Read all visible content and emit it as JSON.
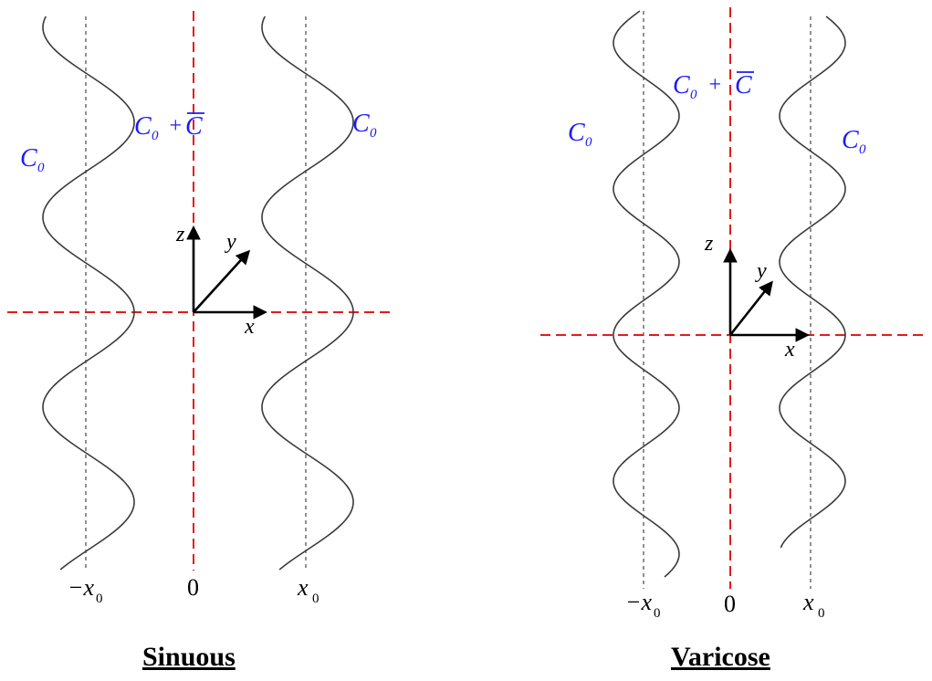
{
  "colors": {
    "region": "#1a1aff",
    "symmetry_line": "#e41a1c",
    "interface": "#3a3a3a",
    "axes": "#000000"
  },
  "panels": [
    {
      "id": "sinuous",
      "caption": "Sinuous",
      "inner_label_main": "C",
      "inner_label_sub": "0",
      "inner_label_plus": "+",
      "inner_label_bar": "C",
      "outer_left_main": "C",
      "outer_left_sub": "0",
      "outer_right_main": "C",
      "outer_right_sub": "0",
      "axis_x": "x",
      "axis_y": "y",
      "axis_z": "z",
      "tick_left": "−x",
      "tick_left_sub": "0",
      "tick_center": "0",
      "tick_right": "x",
      "tick_right_sub": "0",
      "mode": "in-phase"
    },
    {
      "id": "varicose",
      "caption": "Varicose",
      "inner_label_main": "C",
      "inner_label_sub": "0",
      "inner_label_plus": "+",
      "inner_label_bar": "C",
      "outer_left_main": "C",
      "outer_left_sub": "0",
      "outer_right_main": "C",
      "outer_right_sub": "0",
      "axis_x": "x",
      "axis_y": "y",
      "axis_z": "z",
      "tick_left": "−x",
      "tick_left_sub": "0",
      "tick_center": "0",
      "tick_right": "x",
      "tick_right_sub": "0",
      "mode": "anti-phase"
    }
  ]
}
